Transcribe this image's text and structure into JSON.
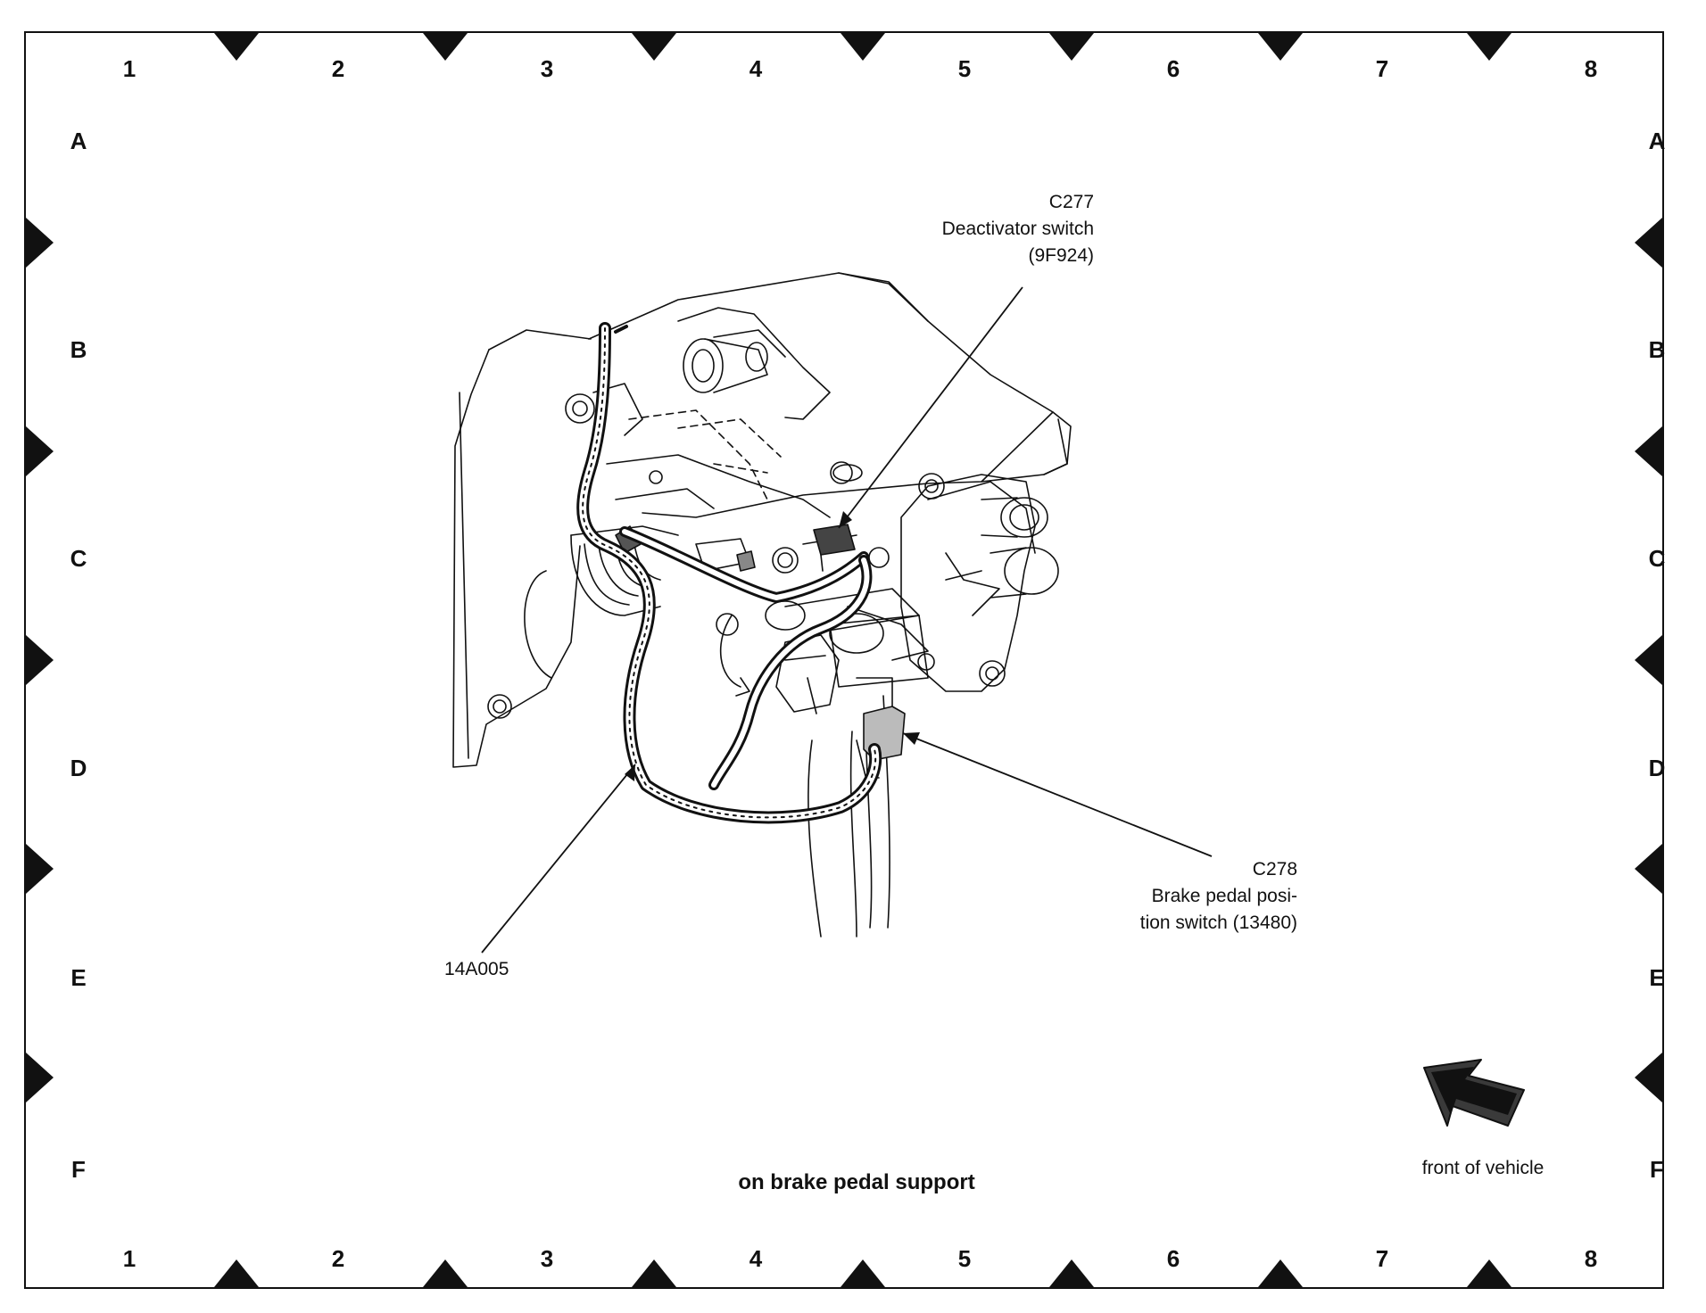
{
  "columns": [
    "1",
    "2",
    "3",
    "4",
    "5",
    "6",
    "7",
    "8"
  ],
  "rows": [
    "A",
    "B",
    "C",
    "D",
    "E",
    "F"
  ],
  "callouts": {
    "c277": {
      "connector": "C277",
      "line1": "Deactivator switch",
      "line2": "(9F924)"
    },
    "c278": {
      "connector": "C278",
      "line1": "Brake pedal posi-",
      "line2": "tion switch (13480)"
    },
    "harness": {
      "label": "14A005"
    }
  },
  "caption": "on brake pedal support",
  "orientation": {
    "label": "front of vehicle",
    "icon": "front-arrow-icon"
  },
  "colors": {
    "line": "#111111",
    "harness_fill": "#2a2a2a",
    "background": "#ffffff"
  }
}
